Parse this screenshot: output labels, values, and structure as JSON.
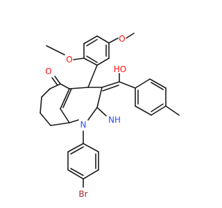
{
  "structure": {
    "atoms": {
      "methoxy_top": "O",
      "methoxy_left": "O",
      "hydroxyl": "HO",
      "ketone": "O",
      "imine": "NH",
      "ring_nitrogen": "N",
      "bromine": "Br"
    },
    "colors": {
      "bond": "#1a1a1a",
      "oxygen": "#ff0d0d",
      "nitrogen": "#3050f8",
      "bromine": "#a62929",
      "carbon_label": "#1a1a1a"
    }
  }
}
